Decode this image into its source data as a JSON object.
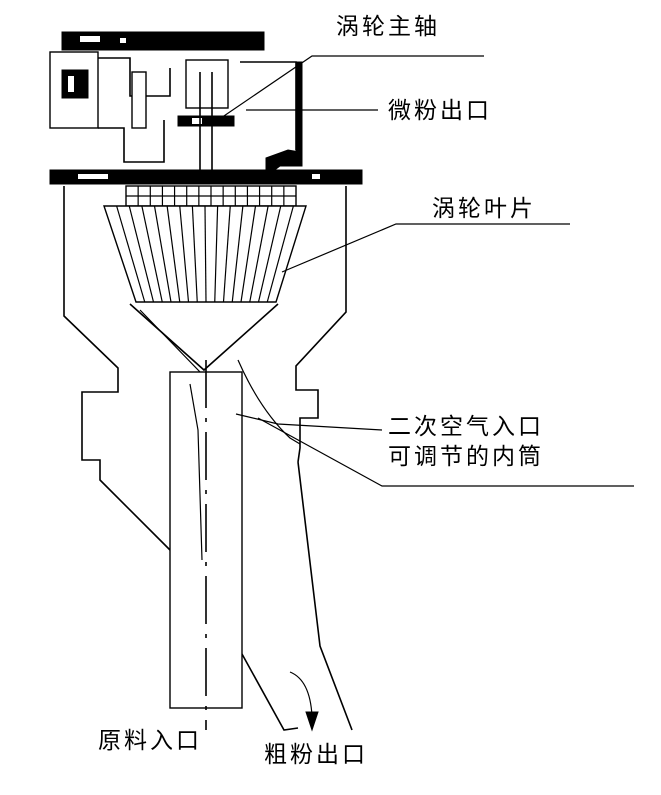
{
  "labels": {
    "turbine_shaft": "涡轮主轴",
    "fine_powder_outlet": "微粉出口",
    "turbine_blades": "涡轮叶片",
    "secondary_air_inlet": "二次空气入口",
    "adjustable_inner_tube": "可调节的内筒",
    "raw_material_inlet": "原料入口",
    "coarse_powder_outlet": "粗粉出口"
  },
  "colors": {
    "ink": "#000000",
    "background": "#ffffff"
  }
}
